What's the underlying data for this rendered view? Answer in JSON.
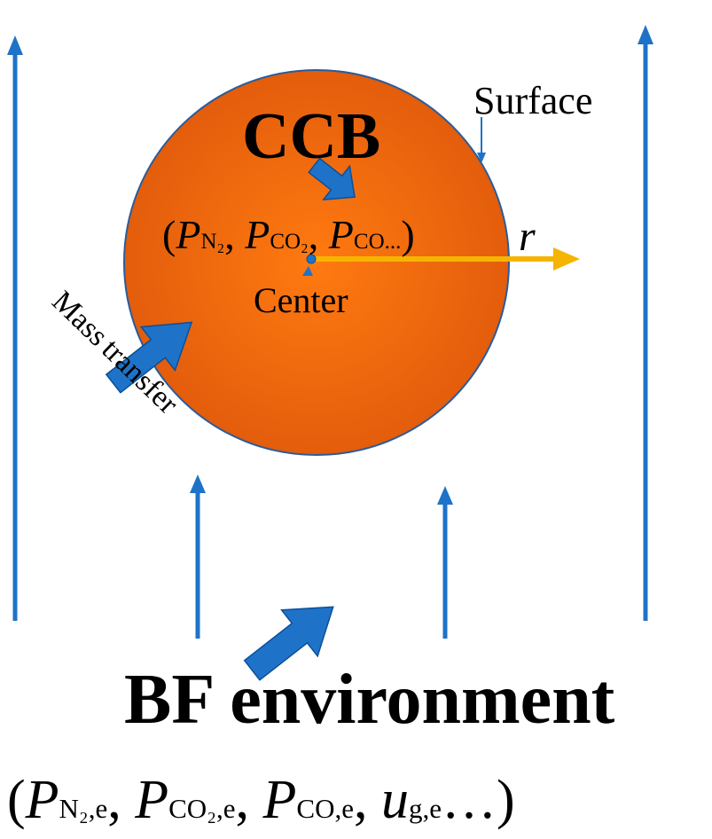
{
  "ball": {
    "title": "CCB",
    "surface_label": "Surface",
    "center_label": "Center",
    "radius_label": "r",
    "mass_transfer_label": [
      "Mass",
      "transfer"
    ],
    "inner_pressures": {
      "open": "(",
      "p1": "P",
      "s1": "N₂",
      "sep1": ", ",
      "p2": "P",
      "s2": "CO₂",
      "sep2": ", ",
      "p3": "P",
      "s3": "CO...",
      "close": ")"
    }
  },
  "environment": {
    "title": "BF environment",
    "params": {
      "open": "(",
      "p1": "P",
      "s1": "N₂,e",
      "sep1": ", ",
      "p2": "P",
      "s2": "CO₂,e",
      "sep2": ", ",
      "p3": "P",
      "s3": "CO,e",
      "sep3": ", ",
      "u": "u",
      "us": "g,e",
      "tail": "…)"
    }
  },
  "colors": {
    "flow_arrow": "#1e73c8",
    "ball_center": "#ff6a10",
    "ball_edge": "#d9520a",
    "radius_arrow": "#f5b400"
  }
}
